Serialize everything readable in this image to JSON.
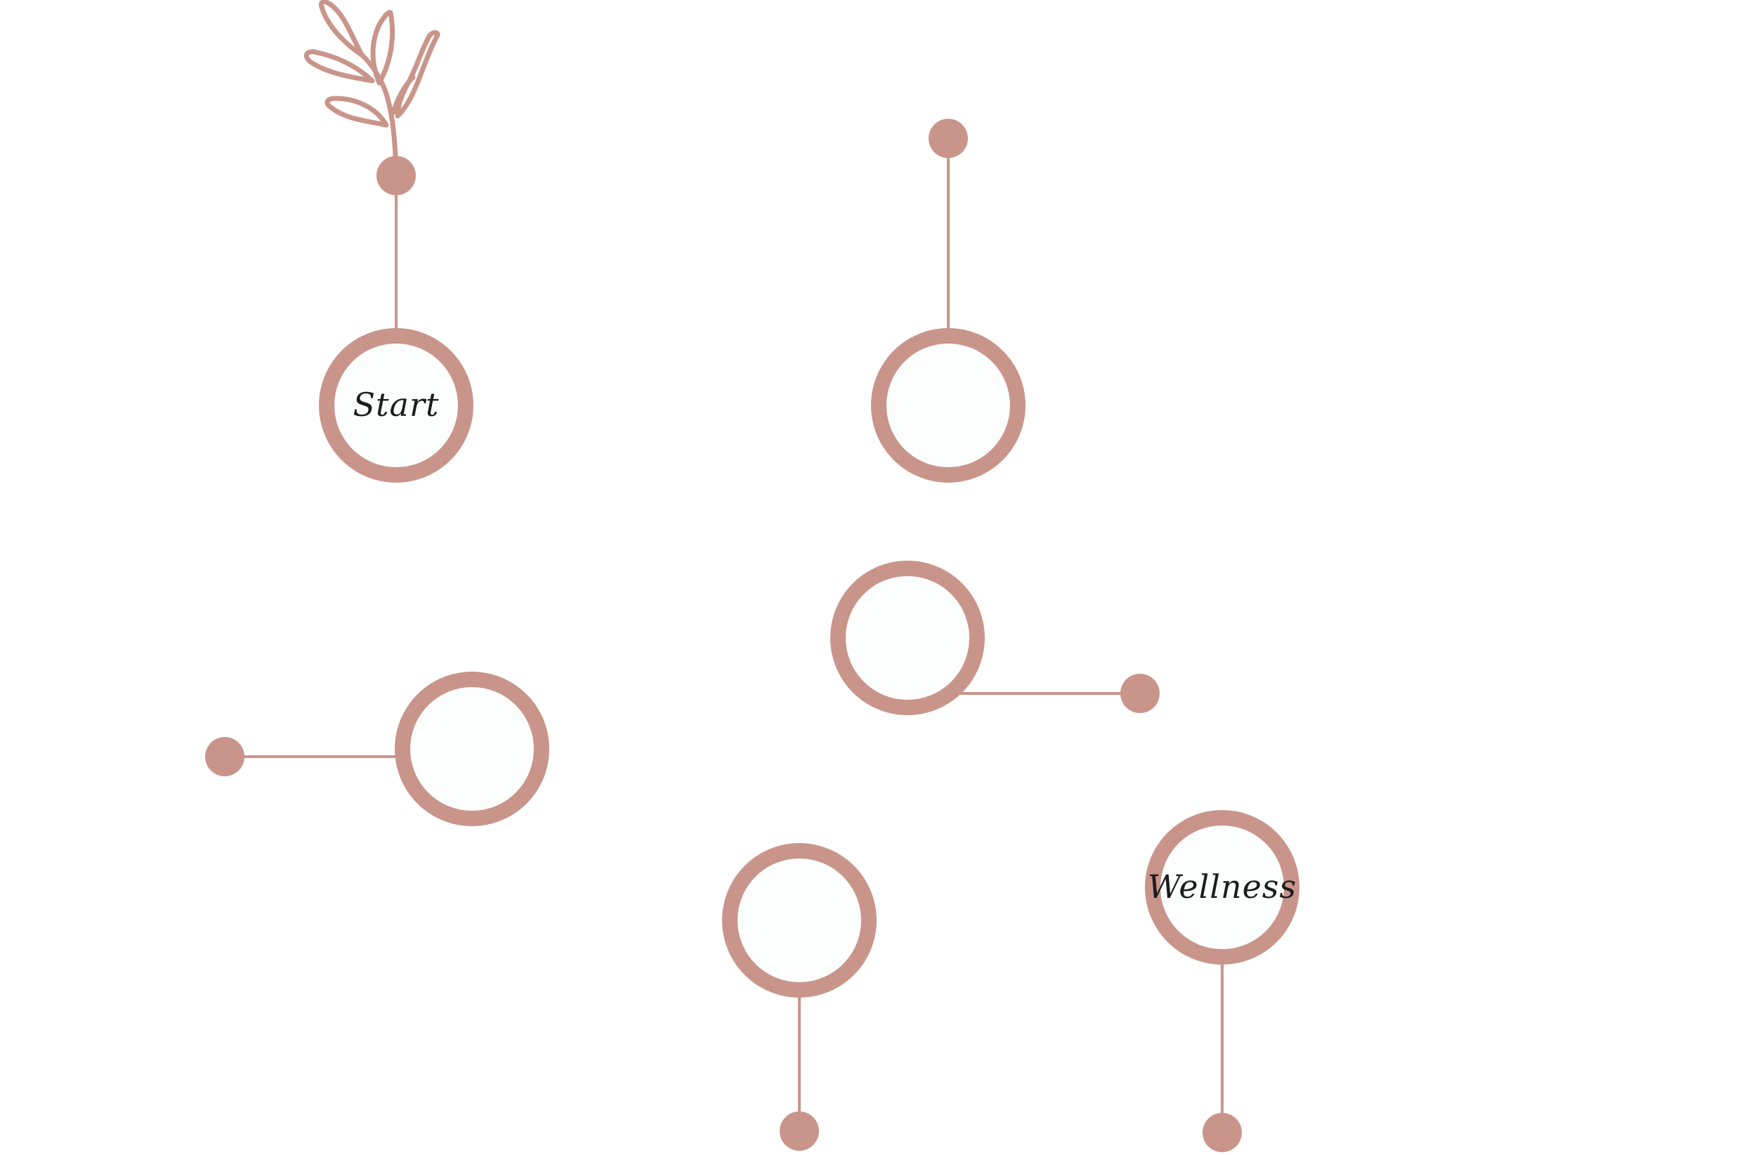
{
  "colors": {
    "accent": "#c9958a",
    "node_fill": "#fcfdfd",
    "label_text": "#1c1c1c",
    "background": "#ffffff"
  },
  "decoration": {
    "icon": "leaf-sprig-icon"
  },
  "nodes": [
    {
      "id": "start",
      "label": "Start",
      "connector": "up"
    },
    {
      "id": "top-center",
      "label": "",
      "connector": "up"
    },
    {
      "id": "middle-center",
      "label": "",
      "connector": "right"
    },
    {
      "id": "middle-left",
      "label": "",
      "connector": "left"
    },
    {
      "id": "bottom-center",
      "label": "",
      "connector": "down"
    },
    {
      "id": "wellness",
      "label": "Wellness",
      "connector": "down"
    }
  ]
}
